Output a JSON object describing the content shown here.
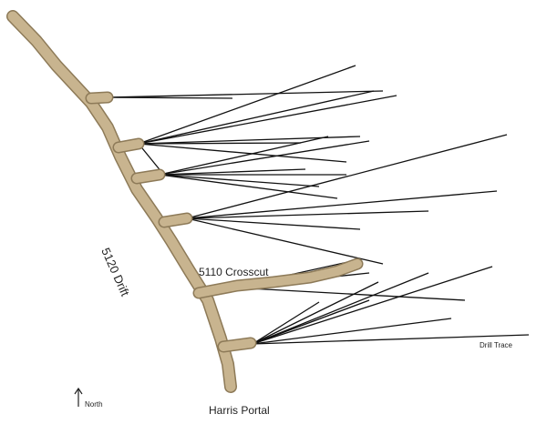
{
  "labels": {
    "drift": "5120 Drift",
    "crosscut": "5110 Crosscut",
    "drill_trace": "Drill Trace",
    "north": "North",
    "portal": "Harris Portal"
  },
  "colors": {
    "tunnel": "#c8b48f",
    "tunnel_dark": "#8d7a58",
    "drill": "#111111"
  }
}
